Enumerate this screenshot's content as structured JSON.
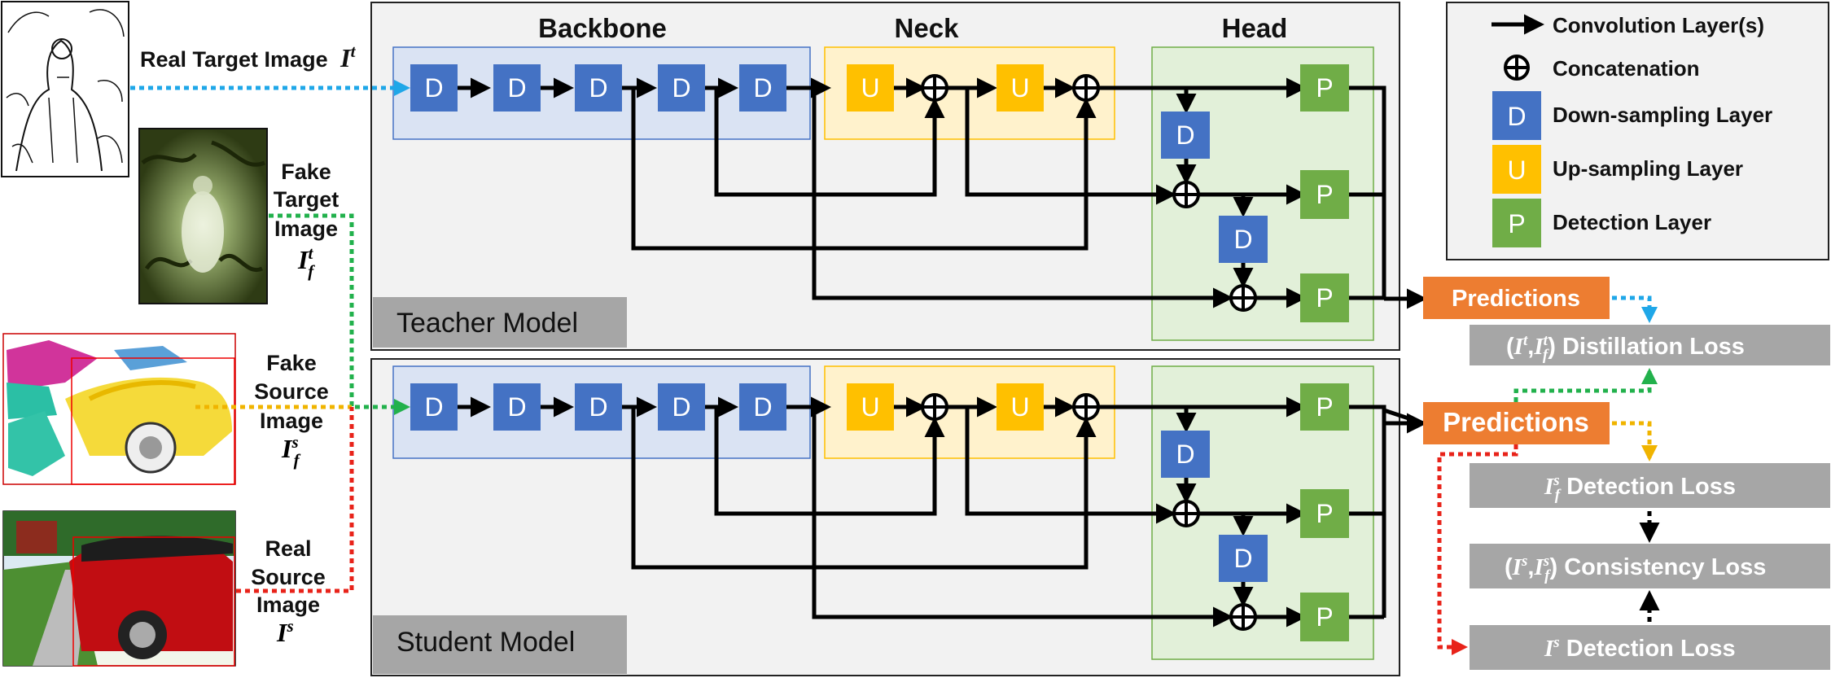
{
  "colors": {
    "down": "#4472c4",
    "up": "#ffc000",
    "detect": "#70ad47",
    "pred": "#ed7d31",
    "loss": "#a6a6a6",
    "model_label": "#a6a6a6",
    "model_bg": "#f2f2f2",
    "backbone_bg": "#dae3f3",
    "neck_bg": "#fff2cc",
    "head_bg": "#e2f0d9",
    "real_target": "#1fa7e8",
    "fake_target": "#22b14c",
    "fake_source": "#f0b400",
    "real_source": "#e8231a"
  },
  "section_titles": {
    "backbone": "Backbone",
    "neck": "Neck",
    "head": "Head"
  },
  "model_labels": {
    "teacher": "Teacher Model",
    "student": "Student Model"
  },
  "block_letters": {
    "down": "D",
    "up": "U",
    "detect": "P"
  },
  "legend": {
    "items": [
      {
        "icon": "arrow-icon",
        "label": "Convolution Layer(s)"
      },
      {
        "icon": "concat-icon",
        "label": "Concatenation"
      },
      {
        "icon": "down-block-icon",
        "label": "Down-sampling Layer"
      },
      {
        "icon": "up-block-icon",
        "label": "Up-sampling Layer"
      },
      {
        "icon": "detect-block-icon",
        "label": "Detection Layer"
      }
    ]
  },
  "inputs": {
    "real_target": {
      "line1": "Real Target Image",
      "sym": "I",
      "sup": "t",
      "sub": ""
    },
    "fake_target": {
      "line1": "Fake",
      "line2": "Target",
      "line3": "Image",
      "sym": "I",
      "sup": "t",
      "sub": "f"
    },
    "fake_source": {
      "line1": "Fake",
      "line2": "Source",
      "line3": "Image",
      "sym": "I",
      "sup": "s",
      "sub": "f"
    },
    "real_source": {
      "line1": "Real",
      "line2": "Source",
      "line3": "Image",
      "sym": "I",
      "sup": "s",
      "sub": ""
    }
  },
  "outputs": {
    "teacher_predictions": "Predictions",
    "student_predictions": "Predictions"
  },
  "losses": {
    "distillation": {
      "prefix": "(",
      "a": "I",
      "a_sup": "t",
      "sep": ",",
      "b": "I",
      "b_sup": "t",
      "b_sub": "f",
      "suffix": ")",
      "name": " Distillation Loss"
    },
    "fake_detection": {
      "a": "I",
      "a_sup": "s",
      "a_sub": "f",
      "name": " Detection Loss"
    },
    "consistency": {
      "prefix": "(",
      "a": "I",
      "a_sup": "s",
      "sep": ",",
      "b": "I",
      "b_sup": "s",
      "b_sub": "f",
      "suffix": ")",
      "name": " Consistency Loss"
    },
    "real_detection": {
      "a": "I",
      "a_sup": "s",
      "name": " Detection Loss"
    }
  },
  "images": {
    "real_target": "line-art-sketch-image",
    "fake_target": "dark-green-stylized-image",
    "fake_source": "yellow-car-stylized-image",
    "real_source": "red-car-photo-image"
  }
}
